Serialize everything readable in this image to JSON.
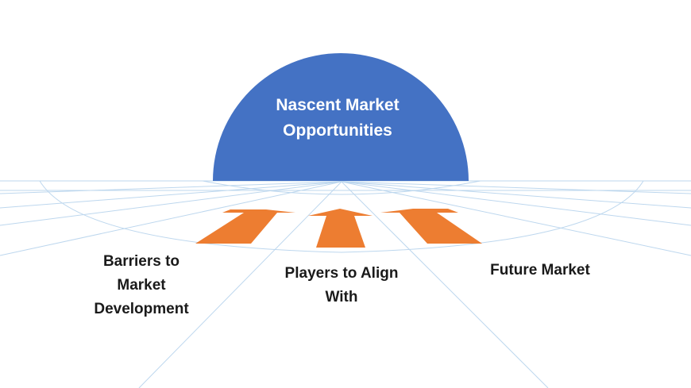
{
  "dome": {
    "title_line1": "Nascent Market",
    "title_line2": "Opportunities",
    "color": "#4472C4"
  },
  "arrows": {
    "color": "#ED7D31"
  },
  "grid": {
    "color": "#BDD7EE"
  },
  "labels": {
    "left_line1": "Barriers to",
    "left_line2": "Market",
    "left_line3": "Development",
    "center_line1": "Players to Align",
    "center_line2": "With",
    "right": "Future Market"
  }
}
